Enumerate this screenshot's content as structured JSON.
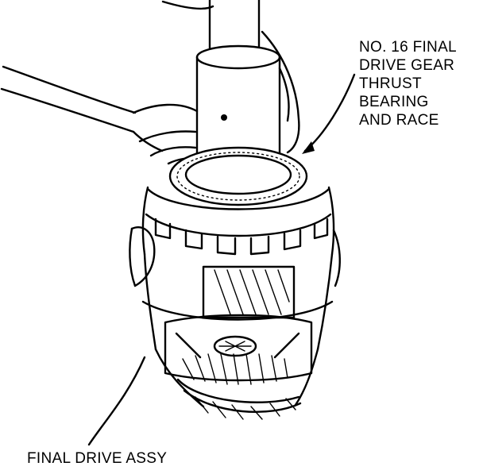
{
  "callouts": {
    "thrust_bearing": {
      "lines": [
        "NO. 16 FINAL",
        "DRIVE GEAR",
        "THRUST",
        "BEARING",
        "AND RACE"
      ]
    },
    "final_drive": {
      "text": "FINAL DRIVE ASSY"
    }
  }
}
